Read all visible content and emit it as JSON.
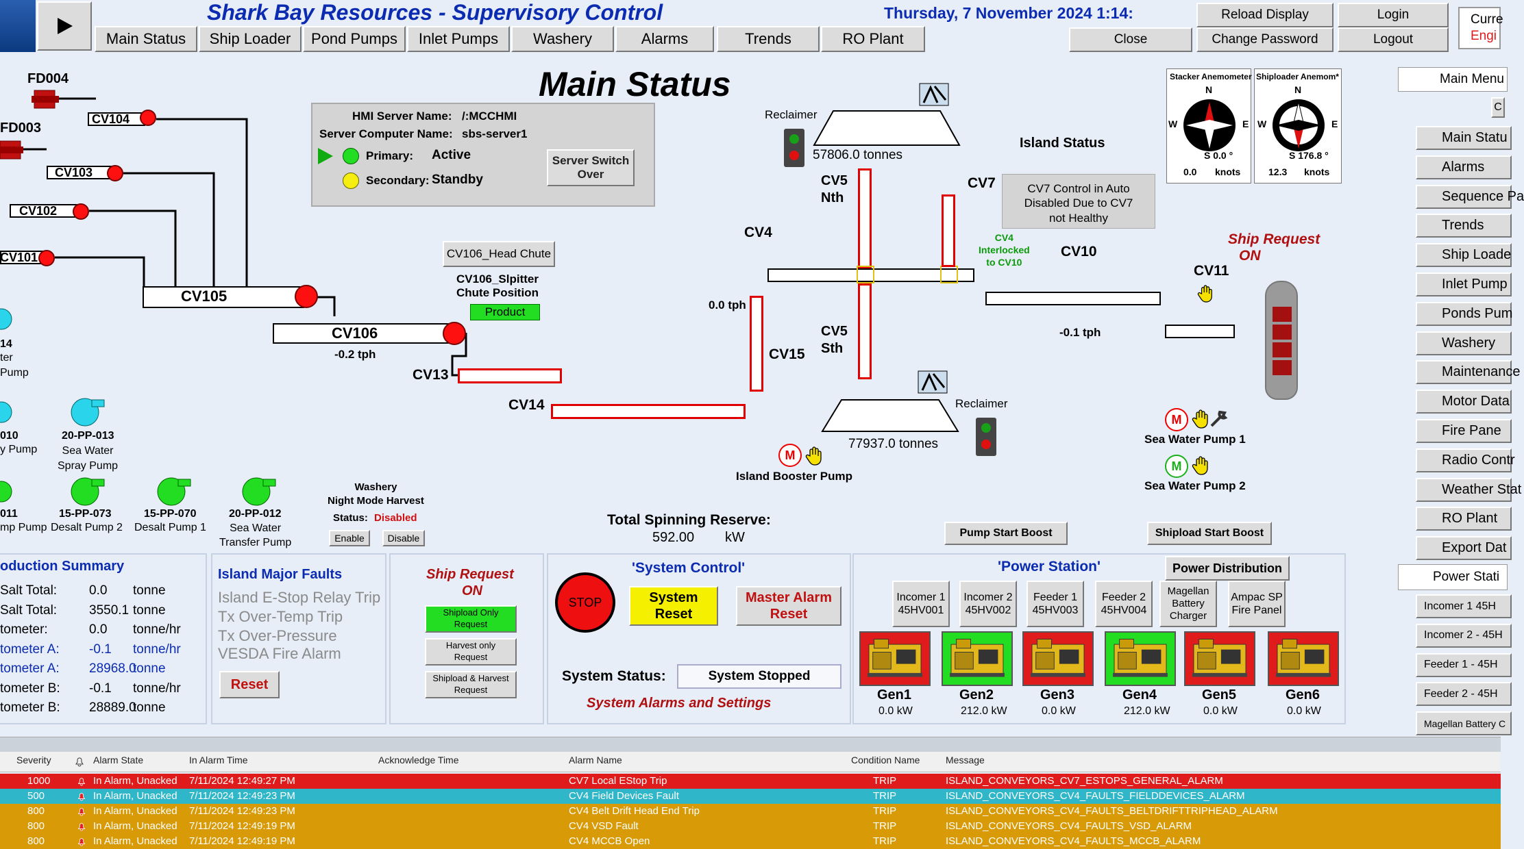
{
  "header": {
    "title": "Shark Bay Resources - Supervisory Control",
    "datetime": "Thursday, 7 November 2024  1:14:",
    "current_label": "Curre",
    "engineer_label": "Engi"
  },
  "nav": {
    "main_status": "Main Status",
    "ship_loader": "Ship Loader",
    "pond_pumps": "Pond Pumps",
    "inlet_pumps": "Inlet Pumps",
    "washery": "Washery",
    "alarms": "Alarms",
    "trends": "Trends",
    "ro_plant": "RO Plant",
    "close": "Close",
    "reload_display": "Reload Display",
    "change_password": "Change Password",
    "login": "Login",
    "logout": "Logout"
  },
  "page_title": "Main Status",
  "server": {
    "hmi_label": "HMI Server Name:",
    "hmi_value": "/:MCCHMI",
    "computer_label": "Server Computer Name:",
    "computer_value": "sbs-server1",
    "primary_label": "Primary:",
    "primary_value": "Active",
    "secondary_label": "Secondary:",
    "secondary_value": "Standby",
    "switch_button": "Server Switch Over"
  },
  "conveyors": {
    "fd004": "FD004",
    "fd003": "FD003",
    "cv104": "CV104",
    "cv103": "CV103",
    "cv102": "CV102",
    "cv101": "CV101",
    "cv105": "CV105",
    "cv106": "CV106",
    "cv106_rate": "-0.2 tph",
    "cv13": "CV13",
    "cv14": "CV14",
    "cv15": "CV15",
    "cv15_rate": "0.0 tph",
    "cv4": "CV4",
    "cv5n": "CV5\nNth",
    "cv5s": "CV5\nSth",
    "cv7": "CV7",
    "cv10": "CV10",
    "cv11": "CV11",
    "cv10_rate": "-0.1 tph",
    "cv4_interlock": "CV4\nInterlocked\nto CV10"
  },
  "chute": {
    "button": "CV106_Head Chute",
    "position_label": "CV106_Slpitter\nChute Position",
    "position_value": "Product"
  },
  "reclaimer": {
    "top_label": "Reclaimer",
    "top_tonnes": "57806.0  tonnes",
    "bottom_label": "Reclaimer",
    "bottom_tonnes": "77937.0  tonnes"
  },
  "island_status": {
    "title": "Island Status",
    "message": "CV7 Control in Auto\nDisabled Due to CV7\nnot Healthy"
  },
  "anemometers": [
    {
      "title": "Stacker Anemometer",
      "bearing": "S  0.0 °",
      "speed": "0.0",
      "unit": "knots"
    },
    {
      "title": "Shiploader Anemom*",
      "bearing": "S  176.8 °",
      "speed": "12.3",
      "unit": "knots"
    }
  ],
  "ship_request_top": {
    "line1": "Ship Request",
    "line2": "ON"
  },
  "pumps": {
    "sea_water_pump1": "Sea Water Pump 1",
    "sea_water_pump2": "Sea Water Pump 2",
    "island_booster": "Island Booster Pump",
    "m": "M",
    "p14_a": "14",
    "p14_b": "ter",
    "p14_c": "Pump",
    "p010_a": "010",
    "p010_b": "y Pump",
    "p013_tag": "20-PP-013",
    "p013_name": "Sea Water\nSpray Pump",
    "p011_a": "011",
    "p011_b": "mp Pump",
    "p073_tag": "15-PP-073",
    "p073_name": "Desalt Pump 2",
    "p070_tag": "15-PP-070",
    "p070_name": "Desalt Pump 1",
    "p012_tag": "20-PP-012",
    "p012_name": "Sea Water\nTransfer Pump"
  },
  "washery_box": {
    "title": "Washery\nNight Mode Harvest",
    "status_label": "Status:",
    "status_value": "Disabled",
    "enable": "Enable",
    "disable": "Disable"
  },
  "spinning": {
    "label": "Total Spinning Reserve:",
    "value": "592.00",
    "unit": "kW"
  },
  "boost": {
    "pump_start": "Pump Start Boost",
    "shipload_start": "Shipload Start Boost"
  },
  "production": {
    "title": "oduction Summary",
    "rows": [
      {
        "label": "Salt Total:",
        "value": "0.0",
        "unit": "tonne"
      },
      {
        "label": "Salt Total:",
        "value": "3550.1",
        "unit": "tonne"
      },
      {
        "label": "tometer:",
        "value": "0.0",
        "unit": "tonne/hr"
      },
      {
        "label": "tometer A:",
        "value": "-0.1",
        "unit": "tonne/hr"
      },
      {
        "label": "tometer A:",
        "value": "28968.0",
        "unit": "tonne"
      },
      {
        "label": "tometer B:",
        "value": "-0.1",
        "unit": "tonne/hr"
      },
      {
        "label": "tometer B:",
        "value": "28889.0",
        "unit": "tonne"
      }
    ]
  },
  "faults": {
    "title": "Island Major Faults",
    "items": [
      "Island E-Stop Relay Trip",
      "Tx Over-Temp Trip",
      "Tx Over-Pressure",
      "VESDA Fire Alarm"
    ],
    "reset": "Reset"
  },
  "ship_request_mid": {
    "line1": "Ship Request",
    "line2": "ON",
    "shipload_only": "Shipload Only\nRequest",
    "harvest_only": "Harvest only\nRequest",
    "shipload_harvest": "Shipload & Harvest\nRequest"
  },
  "system_control": {
    "title": "'System Control'",
    "stop": "STOP",
    "system_reset": "System\nReset",
    "master_reset": "Master Alarm\nReset",
    "status_label": "System Status:",
    "status_value": "System Stopped",
    "alarms_link": "System Alarms and Settings"
  },
  "power_station": {
    "title": "'Power Station'",
    "distribution": "Power Distribution",
    "feeders": [
      "Incomer 1\n45HV001",
      "Incomer 2\n45HV002",
      "Feeder 1\n45HV003",
      "Feeder 2\n45HV004",
      "Magellan\nBattery\nCharger",
      "Ampac SP\nFire Panel"
    ],
    "gens": [
      {
        "name": "Gen1",
        "kw": "0.0 kW",
        "state": "red"
      },
      {
        "name": "Gen2",
        "kw": "212.0 kW",
        "state": "green"
      },
      {
        "name": "Gen3",
        "kw": "0.0 kW",
        "state": "red"
      },
      {
        "name": "Gen4",
        "kw": "212.0 kW",
        "state": "green"
      },
      {
        "name": "Gen5",
        "kw": "0.0 kW",
        "state": "red"
      },
      {
        "name": "Gen6",
        "kw": "0.0 kW",
        "state": "red"
      }
    ]
  },
  "right_menu": {
    "main_menu": "Main Menu",
    "c": "C",
    "items": [
      "Main Statu",
      "Alarms",
      "Sequence Pa",
      "Trends",
      "Ship Loade",
      "Inlet Pump",
      "Ponds Pum",
      "Washery",
      "Maintenance",
      "Motor Data",
      "Fire Pane",
      "Radio Contr",
      "Weather Stat",
      "RO Plant",
      "Export Dat"
    ],
    "power_station": "Power Stati",
    "power_items": [
      "Incomer 1 45H",
      "Incomer 2 - 45H",
      "Feeder 1 - 45H",
      "Feeder 2 - 45H",
      "Magellan Battery C"
    ]
  },
  "alarm_table": {
    "columns": [
      "Severity",
      "Alarm State",
      "In Alarm Time",
      "Acknowledge Time",
      "Alarm Name",
      "Condition Name",
      "Message"
    ],
    "rows": [
      {
        "severity": "1000",
        "state": "In Alarm, Unacked",
        "time": "7/11/2024 12:49:27 PM",
        "ack": "",
        "name": "CV7 Local EStop Trip",
        "condition": "TRIP",
        "message": "ISLAND_CONVEYORS_CV7_ESTOPS_GENERAL_ALARM",
        "color": "#e01b1b"
      },
      {
        "severity": "500",
        "state": "In Alarm, Unacked",
        "time": "7/11/2024 12:49:23 PM",
        "ack": "",
        "name": "CV4 Field Devices Fault",
        "condition": "TRIP",
        "message": "ISLAND_CONVEYORS_CV4_FAULTS_FIELDDEVICES_ALARM",
        "color": "#2fb6c8"
      },
      {
        "severity": "800",
        "state": "In Alarm, Unacked",
        "time": "7/11/2024 12:49:23 PM",
        "ack": "",
        "name": "CV4 Belt Drift Head End Trip",
        "condition": "TRIP",
        "message": "ISLAND_CONVEYORS_CV4_FAULTS_BELTDRIFTTRIPHEAD_ALARM",
        "color": "#d89a06"
      },
      {
        "severity": "800",
        "state": "In Alarm, Unacked",
        "time": "7/11/2024 12:49:19 PM",
        "ack": "",
        "name": "CV4 VSD Fault",
        "condition": "TRIP",
        "message": "ISLAND_CONVEYORS_CV4_FAULTS_VSD_ALARM",
        "color": "#d89a06"
      },
      {
        "severity": "800",
        "state": "In Alarm, Unacked",
        "time": "7/11/2024 12:49:19 PM",
        "ack": "",
        "name": "CV4 MCCB Open",
        "condition": "TRIP",
        "message": "ISLAND_CONVEYORS_CV4_FAULTS_MCCB_ALARM",
        "color": "#d89a06"
      }
    ]
  },
  "colors": {
    "title_blue": "#0b2bb0",
    "alarm_red": "#e01b1b",
    "gen_green": "#22dd22"
  }
}
